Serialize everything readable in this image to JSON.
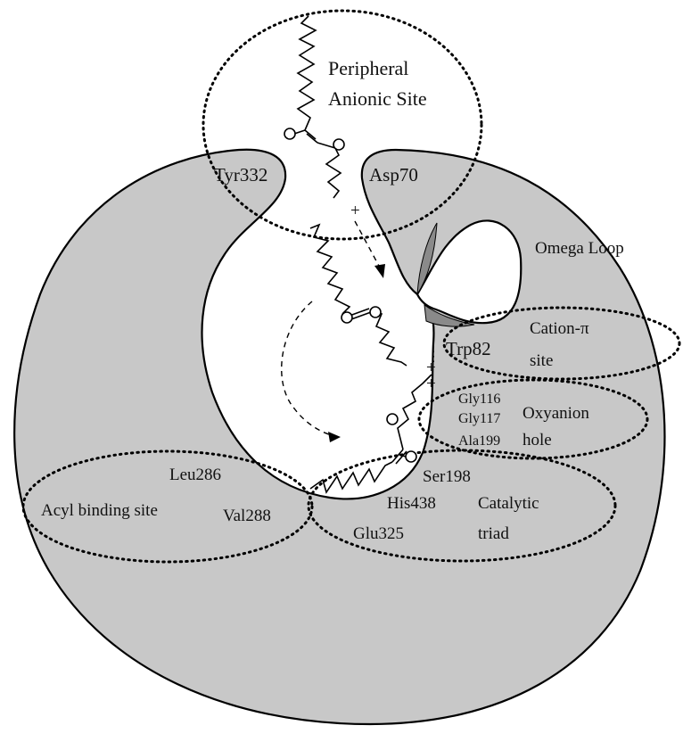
{
  "colors": {
    "protein_fill": "#c8c8c8",
    "protein_stroke": "#000000",
    "loop_dark": "#8a8a8a",
    "background": "#ffffff"
  },
  "labels": {
    "peripheral_1": "Peripheral",
    "peripheral_2": "Anionic Site",
    "tyr332": "Tyr332",
    "asp70": "Asp70",
    "omega_loop": "Omega Loop",
    "cation_pi_1": "Cation-π",
    "cation_pi_2": "site",
    "trp82": "Trp82",
    "gly116": "Gly116",
    "gly117": "Gly117",
    "ala199": "Ala199",
    "oxyanion_1": "Oxyanion",
    "oxyanion_2": "hole",
    "leu286": "Leu286",
    "acyl": "Acyl binding site",
    "val288": "Val288",
    "ser198": "Ser198",
    "his438": "His438",
    "glu325": "Glu325",
    "catalytic_1": "Catalytic",
    "catalytic_2": "triad"
  },
  "symbols": {
    "plus": "+"
  }
}
